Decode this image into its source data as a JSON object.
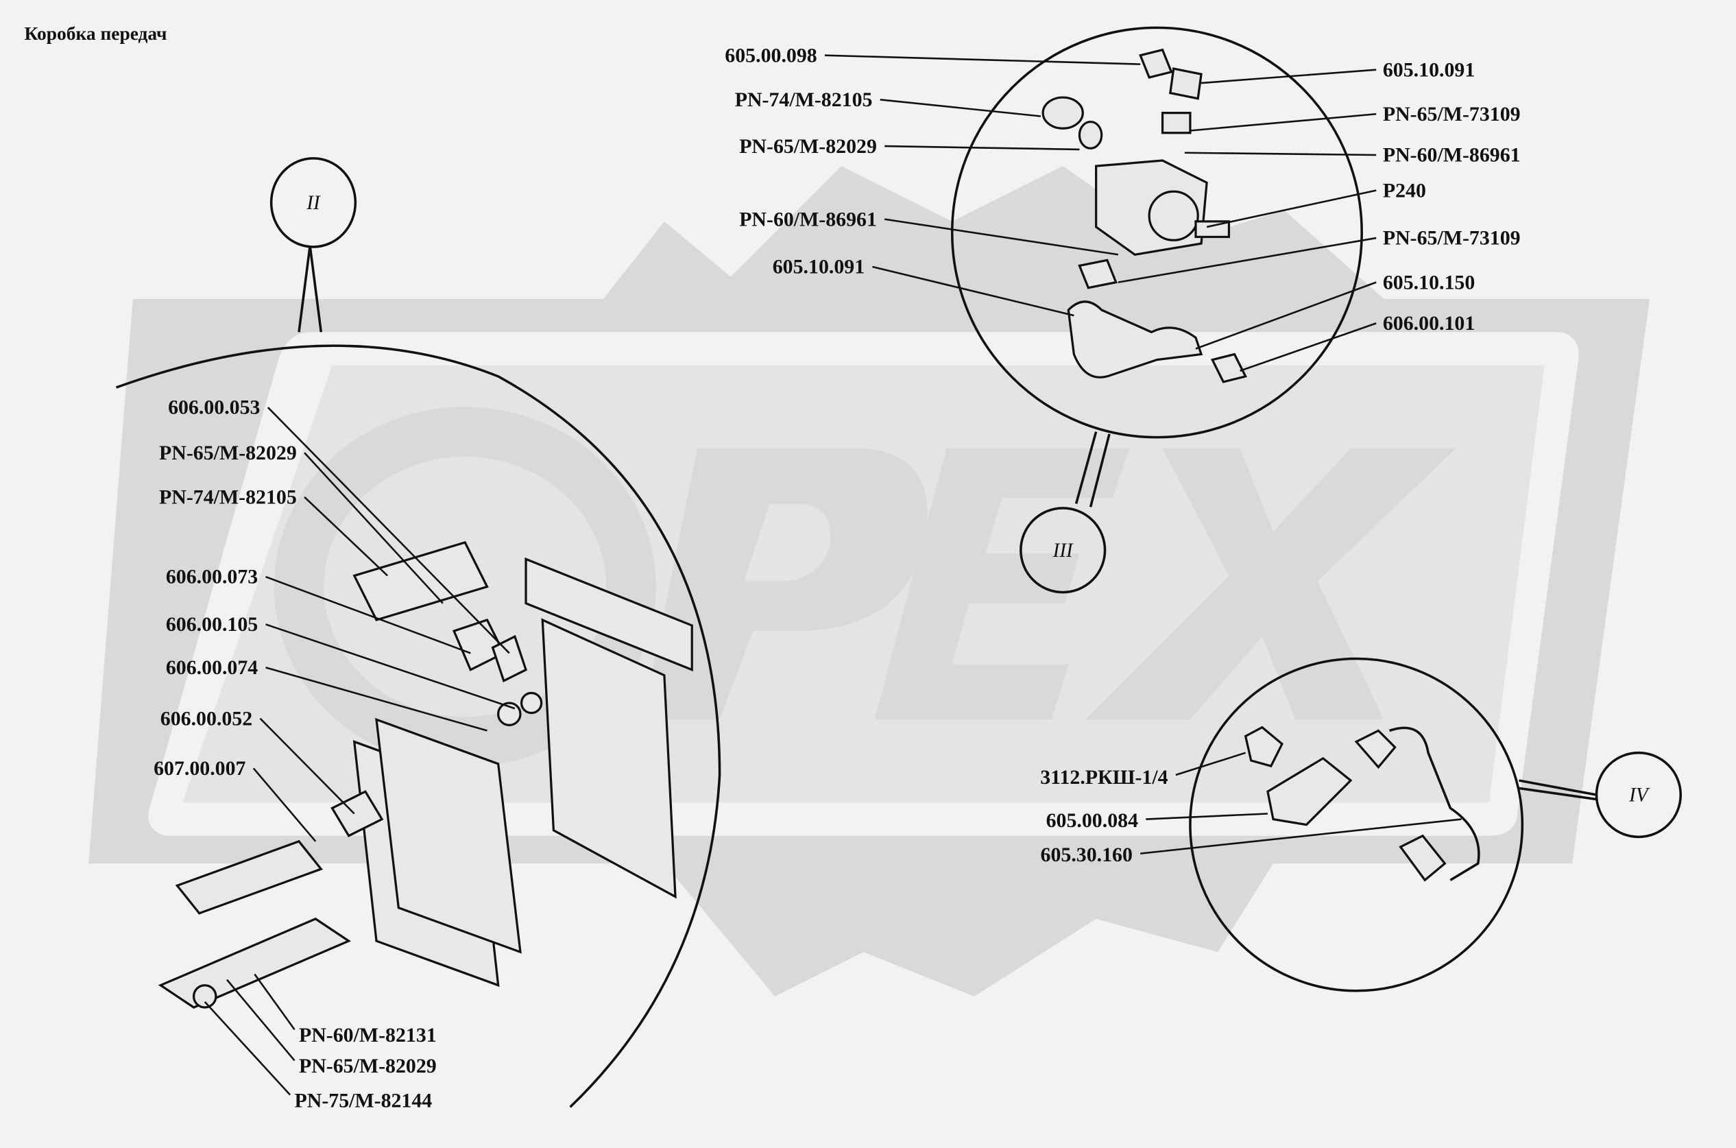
{
  "title": "Коробка передач",
  "callouts": {
    "II": "II",
    "III": "III",
    "IV": "IV"
  },
  "watermark_text": "OPEX",
  "view_III_labels_left": [
    "605.00.098",
    "PN-74/M-82105",
    "PN-65/M-82029",
    "PN-60/M-86961",
    "605.10.091"
  ],
  "view_III_labels_right": [
    "605.10.091",
    "PN-65/M-73109",
    "PN-60/M-86961",
    "P240",
    "PN-65/M-73109",
    "605.10.150",
    "606.00.101"
  ],
  "view_II_labels_left": [
    "606.00.053",
    "PN-65/M-82029",
    "PN-74/M-82105",
    "606.00.073",
    "606.00.105",
    "606.00.074",
    "606.00.052",
    "607.00.007"
  ],
  "view_II_labels_bottom": [
    "PN-60/M-82131",
    "PN-65/M-82029",
    "PN-75/M-82144"
  ],
  "view_IV_labels": [
    "3112.РКШ-1/4",
    "605.00.084",
    "605.30.160"
  ]
}
